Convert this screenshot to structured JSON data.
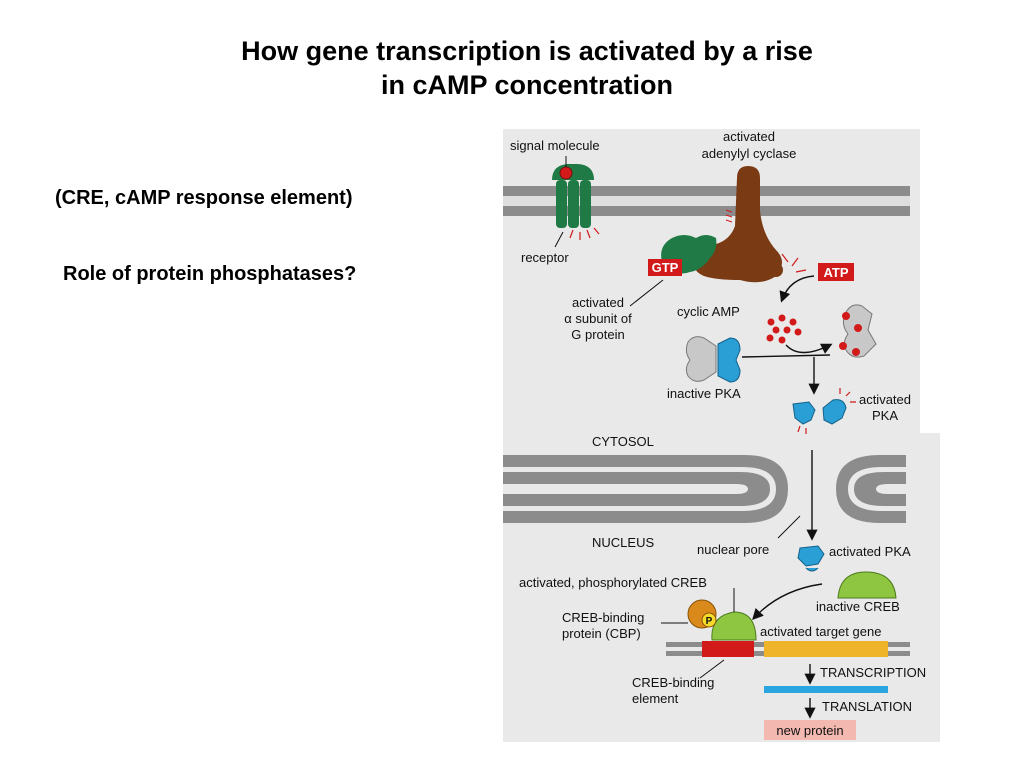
{
  "slide": {
    "title_line1": "How gene transcription is activated by a rise",
    "title_line2": "in cAMP concentration",
    "note_cre": "(CRE, cAMP response element)",
    "note_phosphatases": "Role of protein phosphatases?"
  },
  "diagram": {
    "signal_molecule": "signal molecule",
    "activated_line1": "activated",
    "adenylyl_cyclase": "adenylyl cyclase",
    "receptor": "receptor",
    "gtp": "GTP",
    "atp": "ATP",
    "activated_alpha_line1": "activated",
    "alpha_subunit": "α subunit of",
    "g_protein": "G protein",
    "cyclic_amp": "cyclic AMP",
    "inactive_pka": "inactive PKA",
    "activated_pka_line1": "activated",
    "activated_pka_line2": "PKA",
    "cytosol": "CYTOSOL",
    "nucleus": "NUCLEUS",
    "nuclear_pore": "nuclear pore",
    "activated_pka_nucleus": "activated PKA",
    "activated_phosphorylated_creb": "activated, phosphorylated CREB",
    "inactive_creb": "inactive CREB",
    "cbp_line1": "CREB-binding",
    "cbp_line2": "protein (CBP)",
    "p_label": "P",
    "activated_target_gene": "activated target gene",
    "transcription": "TRANSCRIPTION",
    "creb_element_line1": "CREB-binding",
    "creb_element_line2": "element",
    "translation": "TRANSLATION",
    "new_protein": "new protein"
  },
  "colors": {
    "panel_bg": "#e9e9e9",
    "membrane": "#8c8c8c",
    "receptor_green": "#1f7a45",
    "cyclase_brown": "#7a3a14",
    "label_red": "#d21a1a",
    "pka_blue": "#2a9fd6",
    "creb_green": "#8ec641",
    "cbp_orange": "#d98a1a",
    "gene_yellow": "#f0b42a",
    "mrna_blue": "#2aa5e0",
    "new_protein_pink": "#f3b8b0"
  }
}
